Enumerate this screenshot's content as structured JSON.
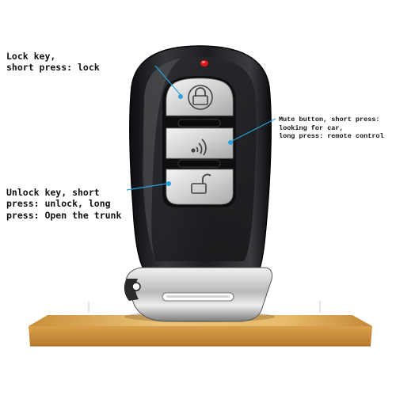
{
  "annotations": {
    "lock_key": "Lock key,\nshort press: lock",
    "mute_button": "Mute button, short press:\nlooking for car,\nlong press: remote control",
    "unlock_key": "Unlock key, short\npress: unlock, long\npress: Open the trunk"
  },
  "colors": {
    "callout_line": "#29a3dc",
    "fob_body": "#1f2022",
    "button_silver": "#d9d9d9",
    "indicator_led": "#e01a1a",
    "shelf_wood": "#e2b45f"
  },
  "icons": {
    "lock_button": "padlock-closed-icon",
    "panic_button": "signal-waves-icon",
    "unlock_button": "padlock-open-icon"
  }
}
